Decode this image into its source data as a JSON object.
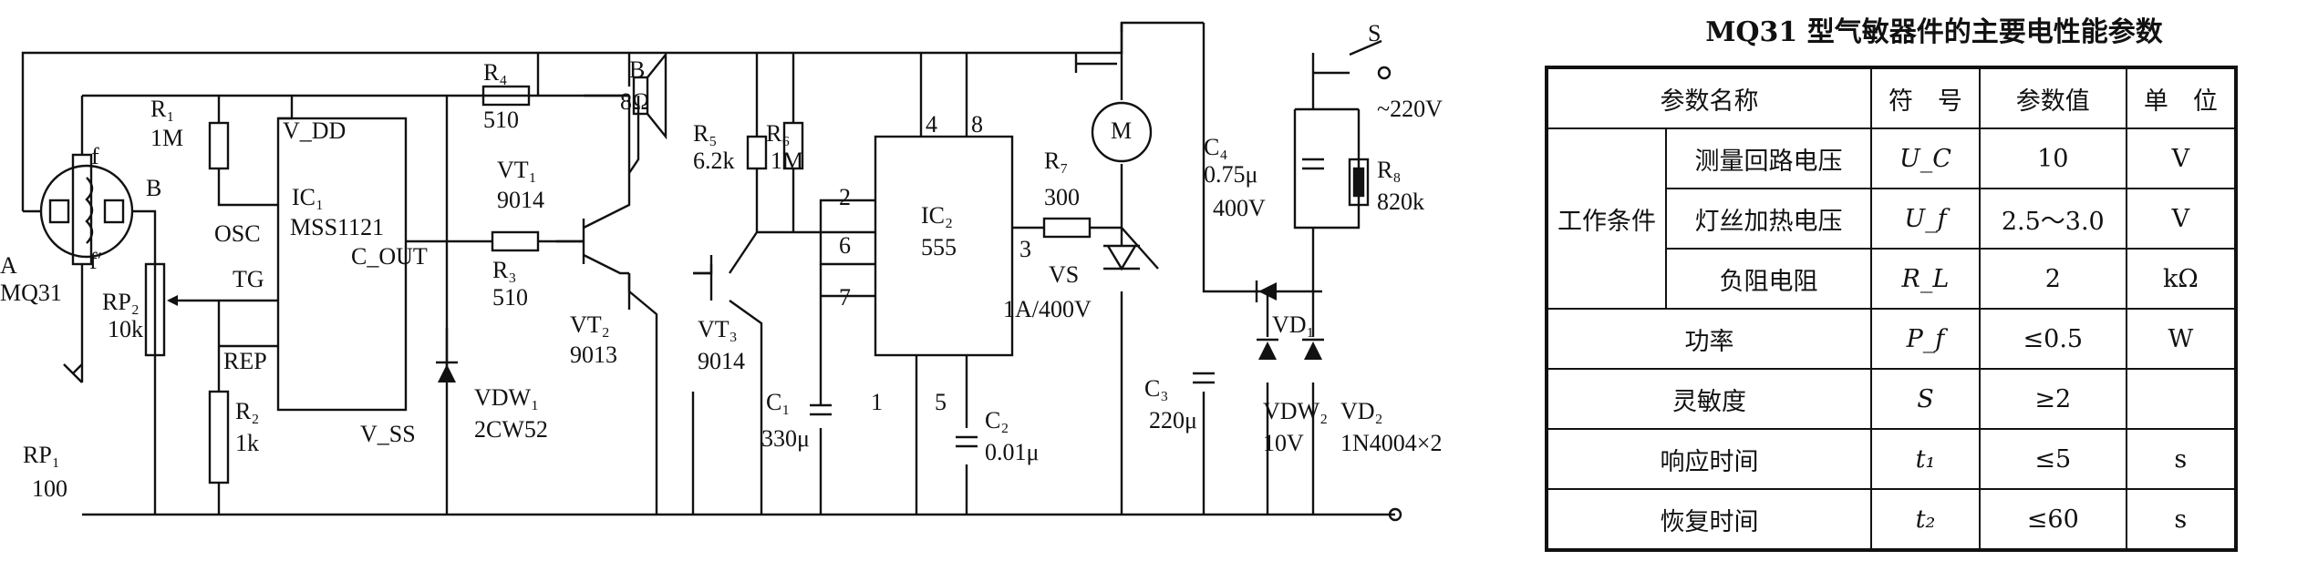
{
  "schematic": {
    "sensor": {
      "name": "MQ31",
      "pin_a": "A",
      "pin_b": "B",
      "pin_f": "f",
      "pin_f2": "f′"
    },
    "rp1": {
      "name": "RP₁",
      "value": "100"
    },
    "rp2": {
      "name": "RP₂",
      "value": "10k"
    },
    "r1": {
      "name": "R₁",
      "value": "1M"
    },
    "r2": {
      "name": "R₂",
      "value": "1k"
    },
    "r3": {
      "name": "R₃",
      "value": "510"
    },
    "r4": {
      "name": "R₄",
      "value": "510"
    },
    "r5": {
      "name": "R₅",
      "value": "6.2k"
    },
    "r6": {
      "name": "R₆",
      "value": "1M"
    },
    "r7": {
      "name": "R₇",
      "value": "300"
    },
    "r8": {
      "name": "R₈",
      "value": "820k"
    },
    "ic1": {
      "name": "IC₁",
      "part": "MSS1121",
      "vdd": "V_DD",
      "vss": "V_SS",
      "osc": "OSC",
      "tg": "TG",
      "rep": "REP",
      "cout": "C_OUT"
    },
    "ic2": {
      "name": "IC₂",
      "part": "555",
      "pins": [
        "4",
        "8",
        "2",
        "6",
        "7",
        "3",
        "1",
        "5"
      ]
    },
    "vt1": {
      "name": "VT₁",
      "part": "9014"
    },
    "vt2": {
      "name": "VT₂",
      "part": "9013"
    },
    "vt3": {
      "name": "VT₃",
      "part": "9014"
    },
    "buzzer": {
      "name": "B",
      "value": "8Ω"
    },
    "vdw1": {
      "name": "VDW₁",
      "part": "2CW52"
    },
    "vdw2": {
      "name": "VDW₂",
      "value": "10V"
    },
    "vd1": {
      "name": "VD₁"
    },
    "vd2": {
      "name": "VD₂",
      "part": "1N4004×2"
    },
    "vs": {
      "name": "VS",
      "rating": "1A/400V"
    },
    "c1": {
      "name": "C₁",
      "value": "330μ"
    },
    "c2": {
      "name": "C₂",
      "value": "0.01μ"
    },
    "c3": {
      "name": "C₃",
      "value": "220μ"
    },
    "c4": {
      "name": "C₄",
      "value": "0.75μ",
      "voltage": "400V"
    },
    "motor": {
      "symbol": "M"
    },
    "switch": {
      "name": "S",
      "supply": "~220V"
    }
  },
  "table": {
    "title": "MQ31 型气敏器件的主要电性能参数",
    "headers": [
      "参数名称",
      "符　号",
      "参数值",
      "单　位"
    ],
    "group_label": "工作条件",
    "rows": [
      {
        "name": "测量回路电压",
        "symbol": "U_C",
        "value": "10",
        "unit": "V"
      },
      {
        "name": "灯丝加热电压",
        "symbol": "U_f",
        "value": "2.5～3.0",
        "unit": "V"
      },
      {
        "name": "负阻电阻",
        "symbol": "R_L",
        "value": "2",
        "unit": "kΩ"
      },
      {
        "name": "功率",
        "symbol": "P_f",
        "value": "≤0.5",
        "unit": "W"
      },
      {
        "name": "灵敏度",
        "symbol": "S",
        "value": "≥2",
        "unit": ""
      },
      {
        "name": "响应时间",
        "symbol": "t₁",
        "value": "≤5",
        "unit": "s"
      },
      {
        "name": "恢复时间",
        "symbol": "t₂",
        "value": "≤60",
        "unit": "s"
      }
    ]
  }
}
